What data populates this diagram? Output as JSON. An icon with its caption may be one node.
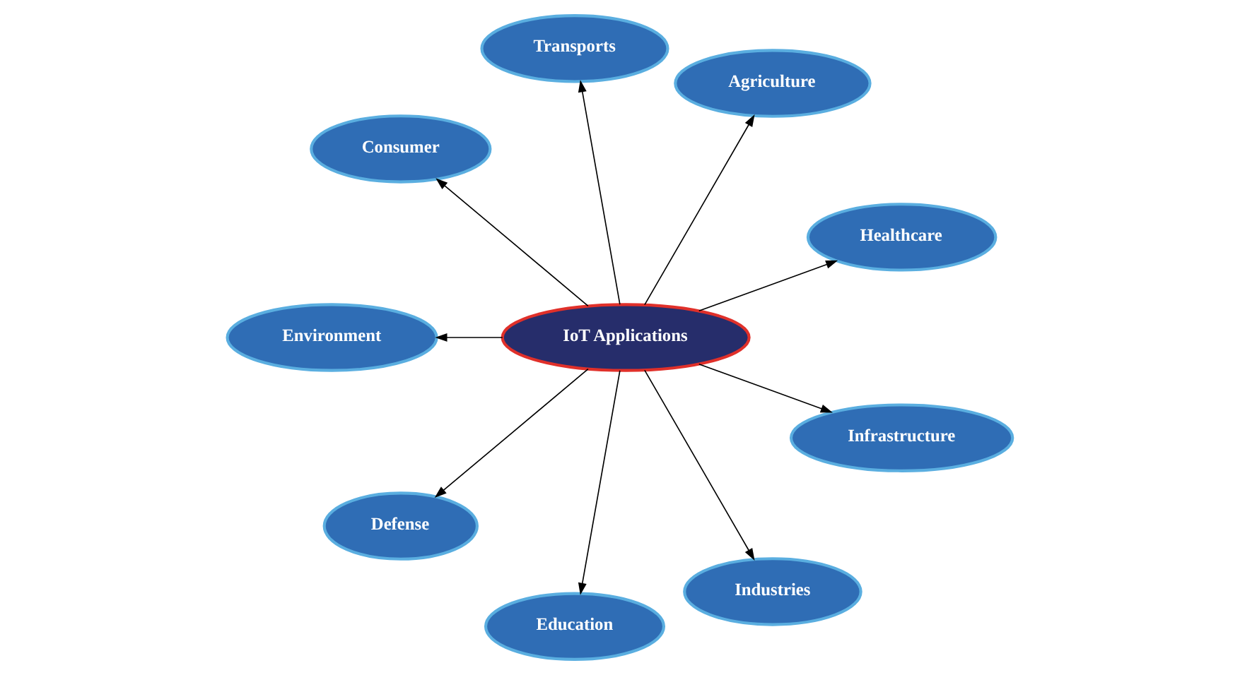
{
  "diagram": {
    "nodes": [
      {
        "text": [
          "Healthcare"
        ]
      },
      {
        "text": [
          "Agriculture"
        ]
      },
      {
        "text": [
          "Transports"
        ]
      },
      {
        "text": [
          "Consumer"
        ]
      },
      {
        "text": [
          "IoT Applications"
        ]
      },
      {
        "text": [
          "Environment"
        ]
      },
      {
        "text": [
          "Defense"
        ]
      },
      {
        "text": [
          "Education"
        ]
      },
      {
        "text": [
          "Industries"
        ]
      },
      {
        "text": [
          "Infrastructure"
        ]
      }
    ],
    "edges": [
      {
        "from": 4,
        "to": 0,
        "arrow": "to"
      },
      {
        "from": 4,
        "to": 1,
        "arrow": "to"
      },
      {
        "from": 4,
        "to": 2,
        "arrow": "to"
      },
      {
        "from": 4,
        "to": 3,
        "arrow": "to"
      },
      {
        "from": 4,
        "to": 5,
        "arrow": "to"
      },
      {
        "from": 4,
        "to": 6,
        "arrow": "to"
      },
      {
        "from": 4,
        "to": 7,
        "arrow": "to"
      },
      {
        "from": 4,
        "to": 8,
        "arrow": "to"
      },
      {
        "from": 4,
        "to": 9,
        "arrow": "to"
      }
    ]
  }
}
